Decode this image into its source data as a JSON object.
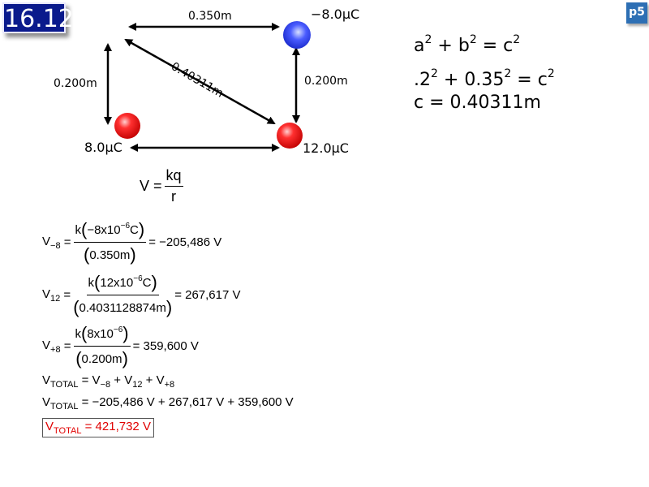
{
  "slide": {
    "problem_number": "16.12",
    "page_label": "p5"
  },
  "diagram": {
    "top_distance": "0.350m",
    "left_distance": "0.200m",
    "right_distance": "0.200m",
    "diagonal_distance": "0.40311m",
    "charges": [
      {
        "label": "−8.0μC",
        "color": "#3344ee",
        "position": "top-right"
      },
      {
        "label": "8.0μC",
        "color": "#ee1111",
        "position": "bottom-left"
      },
      {
        "label": "12.0μC",
        "color": "#ee1111",
        "position": "bottom-right"
      }
    ]
  },
  "pythagoras": {
    "line1": {
      "a": "a",
      "plus": "+",
      "b": "b",
      "eq": "=",
      "c": "c",
      "exp": "2"
    },
    "line2": {
      "a": ".2",
      "plus": "+",
      "b": "0.35",
      "eq": "=",
      "c": "c",
      "exp": "2"
    },
    "line3": "c = 0.40311m"
  },
  "formula": {
    "lhs": "V",
    "eq": "=",
    "num": "kq",
    "den": "r"
  },
  "calculations": [
    {
      "v": "V",
      "sub": "−8",
      "num_pre": "k",
      "num_val": "−8x10",
      "num_exp": "−6",
      "num_unit": "C",
      "den": "0.350m",
      "result": "= −205,486 V"
    },
    {
      "v": "V",
      "sub": "12",
      "num_pre": "k",
      "num_val": "12x10",
      "num_exp": "−6",
      "num_unit": "C",
      "den": "0.4031128874m",
      "result": "= 267,617 V"
    },
    {
      "v": "V",
      "sub": "+8",
      "num_pre": "k",
      "num_val": "8x10",
      "num_exp": "−6",
      "num_unit": "",
      "den": "0.200m",
      "result": "= 359,600 V"
    }
  ],
  "total": {
    "line1": {
      "v": "V",
      "sub": "TOTAL",
      "rhs_parts": [
        "= V",
        "−8",
        " + V",
        "12",
        " + V",
        "+8"
      ]
    },
    "line2": {
      "v": "V",
      "sub": "TOTAL",
      "rhs": "= −205,486 V + 267,617 V + 359,600 V"
    },
    "result": {
      "v": "V",
      "sub": "TOTAL",
      "rhs": "= 421,732 V",
      "color": "#e00000"
    }
  }
}
